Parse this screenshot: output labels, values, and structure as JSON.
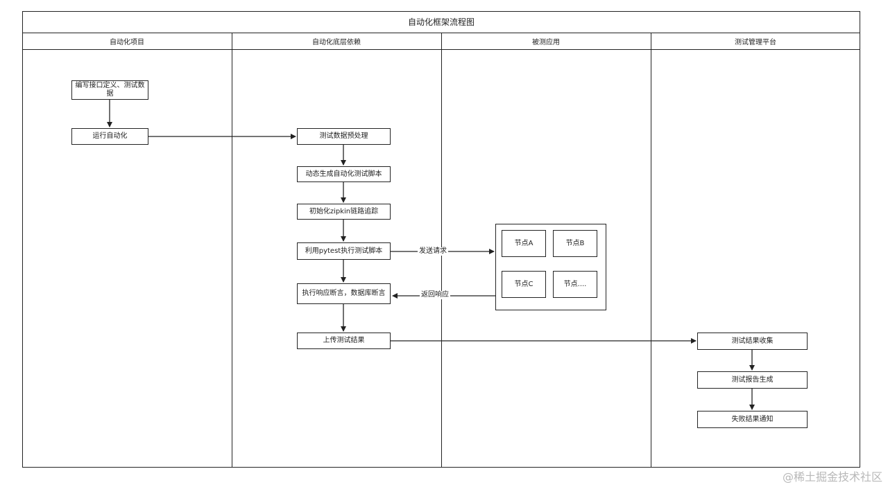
{
  "title": "自动化框架流程图",
  "lanes": [
    "自动化项目",
    "自动化底层依赖",
    "被测应用",
    "测试管理平台"
  ],
  "nodes": {
    "write_def": "编写接口定义、测试数据",
    "run_auto": "运行自动化",
    "preprocess": "测试数据预处理",
    "gen_script": "动态生成自动化测试脚本",
    "init_zipkin": "初始化zipkin链路追踪",
    "pytest_run": "利用pytest执行测试脚本",
    "assert": "执行响应断言，数据库断言",
    "upload": "上传测试结果",
    "node_a": "节点A",
    "node_b": "节点B",
    "node_c": "节点C",
    "node_more": "节点....",
    "collect": "测试结果收集",
    "report": "测试报告生成",
    "notify": "失败结果通知"
  },
  "edge_labels": {
    "send": "发送请求",
    "return": "返回响应"
  },
  "watermark": "@稀土掘金技术社区",
  "colors": {
    "line": "#222222",
    "background": "#ffffff"
  }
}
